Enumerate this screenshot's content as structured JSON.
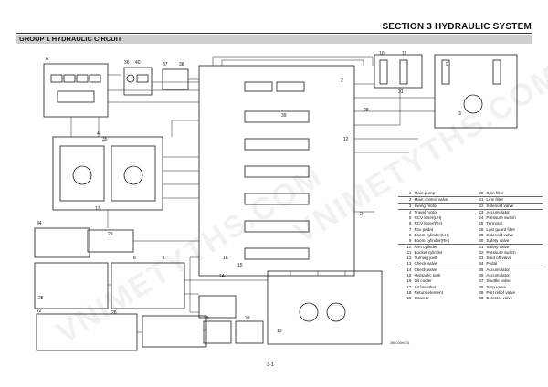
{
  "header": {
    "section_title": "SECTION 3 HYDRAULIC SYSTEM",
    "group_title": "GROUP 1 HYDRAULIC CIRCUIT"
  },
  "diagram": {
    "component_numbers": [
      "6",
      "36",
      "40",
      "37",
      "38",
      "2",
      "39",
      "4",
      "35",
      "12",
      "10",
      "11",
      "9",
      "31",
      "3",
      "28",
      "24",
      "17",
      "34",
      "29",
      "8",
      "7",
      "16",
      "15",
      "14",
      "22",
      "18",
      "23",
      "13",
      "26",
      "25"
    ]
  },
  "legend": {
    "rows": [
      {
        "n1": "1",
        "t1": "Main pump",
        "n2": "20",
        "t2": "Spin filter"
      },
      {
        "n1": "2",
        "t1": "Main control valve",
        "n2": "21",
        "t2": "Line filter"
      },
      {
        "n1": "3",
        "t1": "Swing motor",
        "n2": "22",
        "t2": "Solenoid valve"
      },
      {
        "n1": "4",
        "t1": "Travel motor",
        "n2": "23",
        "t2": "Accumulator"
      },
      {
        "n1": "5",
        "t1": "RCV lever(LH)",
        "n2": "24",
        "t2": "Pressure switch"
      },
      {
        "n1": "6",
        "t1": "RCV lever(RH)",
        "n2": "25",
        "t2": "Terminal"
      },
      {
        "n1": "7",
        "t1": "Rcv pedal",
        "n2": "26",
        "t2": "Last guard filter"
      },
      {
        "n1": "8",
        "t1": "Boom cylinder(LH)",
        "n2": "29",
        "t2": "Solenoid valve"
      },
      {
        "n1": "9",
        "t1": "Boom cylinder(RH)",
        "n2": "30",
        "t2": "Safety valve"
      },
      {
        "n1": "10",
        "t1": "Arm cylinder",
        "n2": "31",
        "t2": "Safety valve"
      },
      {
        "n1": "11",
        "t1": "Bucket cylinder",
        "n2": "32",
        "t2": "Pressure switch"
      },
      {
        "n1": "12",
        "t1": "Turning joint",
        "n2": "33",
        "t2": "Shut off valve"
      },
      {
        "n1": "13",
        "t1": "Check valve",
        "n2": "34",
        "t2": "Pedal"
      },
      {
        "n1": "14",
        "t1": "Check valve",
        "n2": "35",
        "t2": "Accumulator"
      },
      {
        "n1": "15",
        "t1": "Hydraulic tank",
        "n2": "36",
        "t2": "Accumulator"
      },
      {
        "n1": "16",
        "t1": "Oil cooler",
        "n2": "37",
        "t2": "Shuttle valve"
      },
      {
        "n1": "17",
        "t1": "Air breather",
        "n2": "38",
        "t2": "Stop valve"
      },
      {
        "n1": "18",
        "t1": "Return element",
        "n2": "39",
        "t2": "Port relief valve"
      },
      {
        "n1": "19",
        "t1": "Strainer",
        "n2": "40",
        "t2": "Selector valve"
      }
    ]
  },
  "footer": {
    "drawing_code": "36ED30HC01",
    "page_number": "3-1"
  },
  "watermark": {
    "text": "VNIMETYTHS.COM"
  }
}
